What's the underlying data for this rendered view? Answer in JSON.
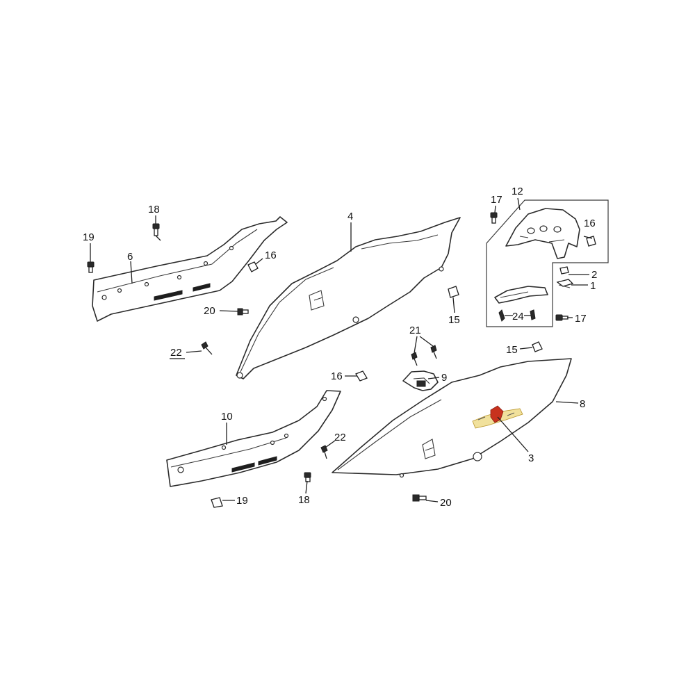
{
  "diagram": {
    "callouts": {
      "c1": "1",
      "c2": "2",
      "c3": "3",
      "c4": "4",
      "c6": "6",
      "c8": "8",
      "c9": "9",
      "c10": "10",
      "c12": "12",
      "c15a": "15",
      "c15b": "15",
      "c16a": "16",
      "c16b": "16",
      "c16c": "16",
      "c17a": "17",
      "c17b": "17",
      "c18a": "18",
      "c18b": "18",
      "c19a": "19",
      "c19b": "19",
      "c20a": "20",
      "c20b": "20",
      "c21": "21",
      "c22a": "22",
      "c22b": "22",
      "c24": "24"
    },
    "colors": {
      "line": "#2a2a2a",
      "decal_red": "#c8321e",
      "decal_yellow": "#e6c84a"
    }
  }
}
